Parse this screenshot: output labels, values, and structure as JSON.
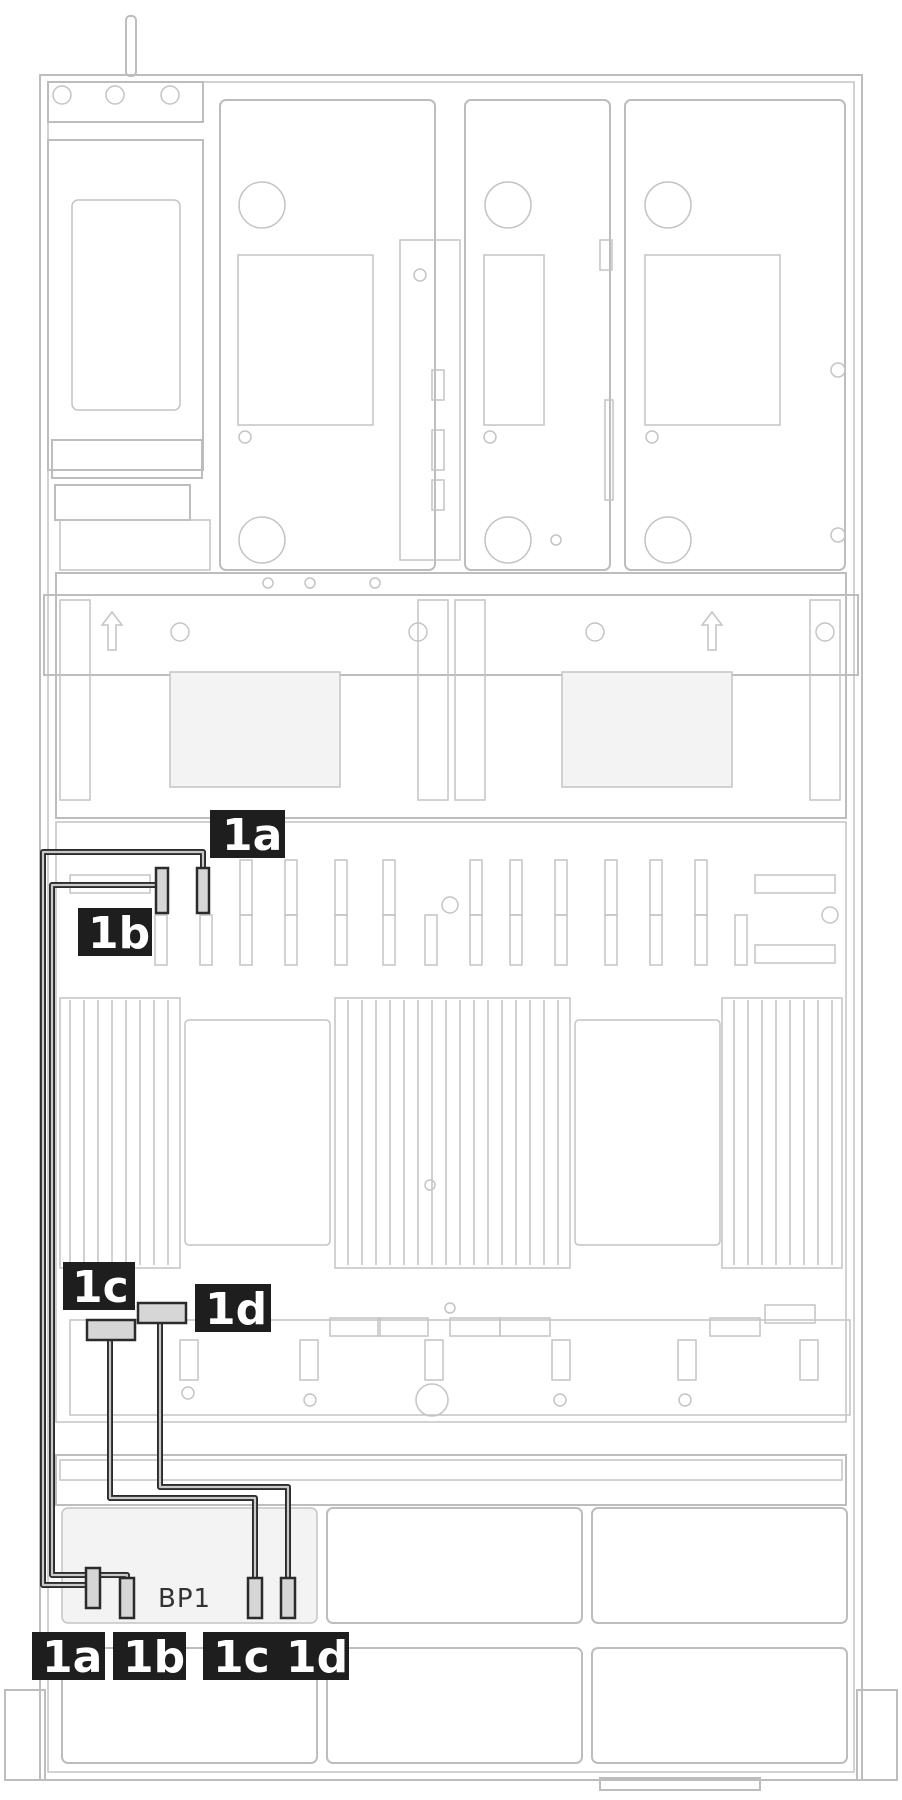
{
  "callouts": {
    "c1a": "1a",
    "c1b": "1b",
    "c1c": "1c",
    "c1d": "1d"
  },
  "bottom_labels": [
    "1a",
    "1b",
    "1c",
    "1d"
  ],
  "backplane_label": "BP1",
  "colors": {
    "cable": "#2b2b2b",
    "outline": "#bdbdbd",
    "callout_bg": "#1e1e1e",
    "callout_text": "#ffffff"
  }
}
